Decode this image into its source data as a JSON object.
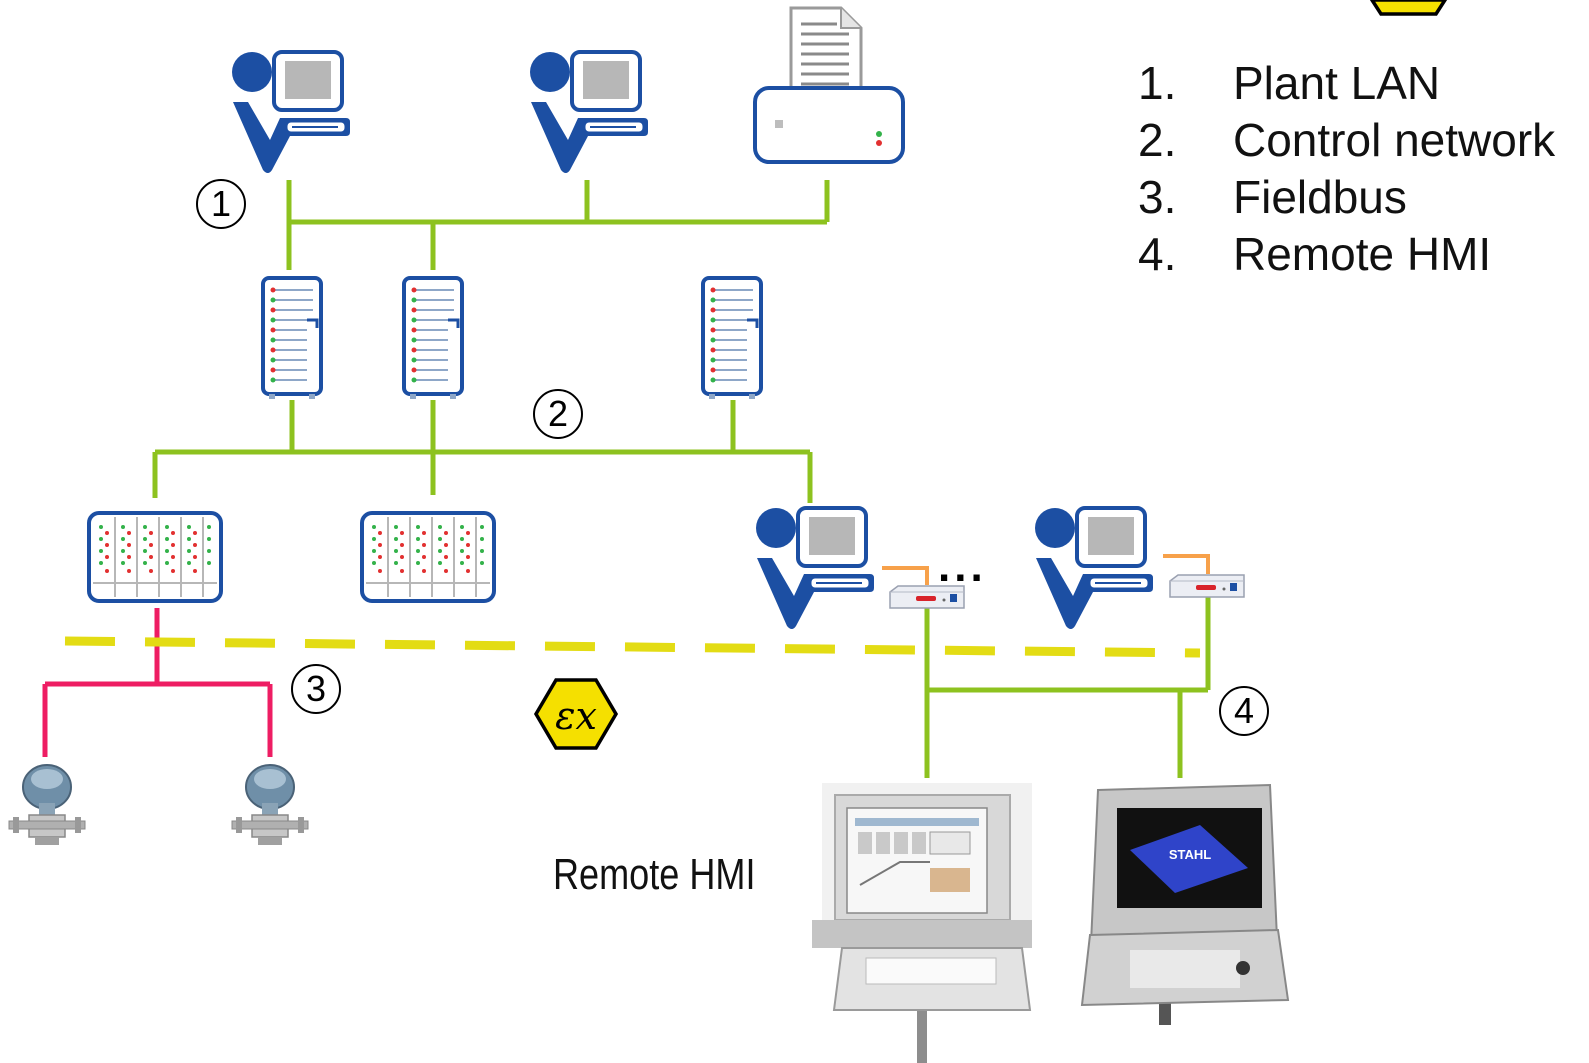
{
  "legend": {
    "items": [
      {
        "num": "1.",
        "label": "Plant LAN"
      },
      {
        "num": "2.",
        "label": "Control network"
      },
      {
        "num": "3.",
        "label": "Fieldbus"
      },
      {
        "num": "4.",
        "label": "Remote HMI"
      }
    ]
  },
  "markers": {
    "m1": "1",
    "m2": "2",
    "m3": "3",
    "m4": "4"
  },
  "ellipsis": "...",
  "hmi_label": "Remote HMI",
  "colors": {
    "network_line": "#8dc21f",
    "fieldbus_line": "#ee1d63",
    "hazard_boundary": "#e3dc14",
    "converter_link": "#f7a14a",
    "ex_symbol": "#f5e000",
    "workstation_blue": "#1c4fa3"
  },
  "icons": {
    "workstation": "operator-workstation-icon",
    "printer": "printer-icon",
    "server": "server-rack-icon",
    "controller": "io-controller-icon",
    "transmitter": "pressure-transmitter-icon",
    "converter": "media-converter-icon",
    "ex": "ex-hazard-symbol"
  }
}
